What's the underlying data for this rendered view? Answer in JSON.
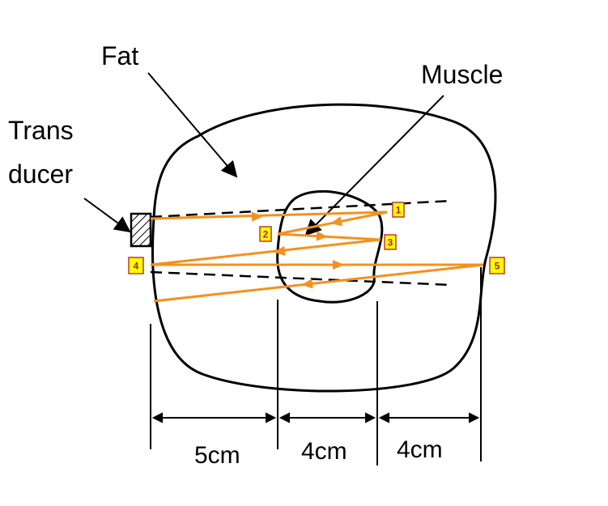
{
  "labels": {
    "fat": "Fat",
    "muscle": "Muscle",
    "transducer_line1": "Trans",
    "transducer_line2": "ducer"
  },
  "dimensions": [
    "5cm",
    "4cm",
    "4cm"
  ],
  "markers": [
    "1",
    "2",
    "3",
    "4",
    "5"
  ],
  "colors": {
    "ray": "#f5901e",
    "marker_fill": "#ffff00",
    "marker_border": "#c0392b",
    "ink": "#000000"
  }
}
